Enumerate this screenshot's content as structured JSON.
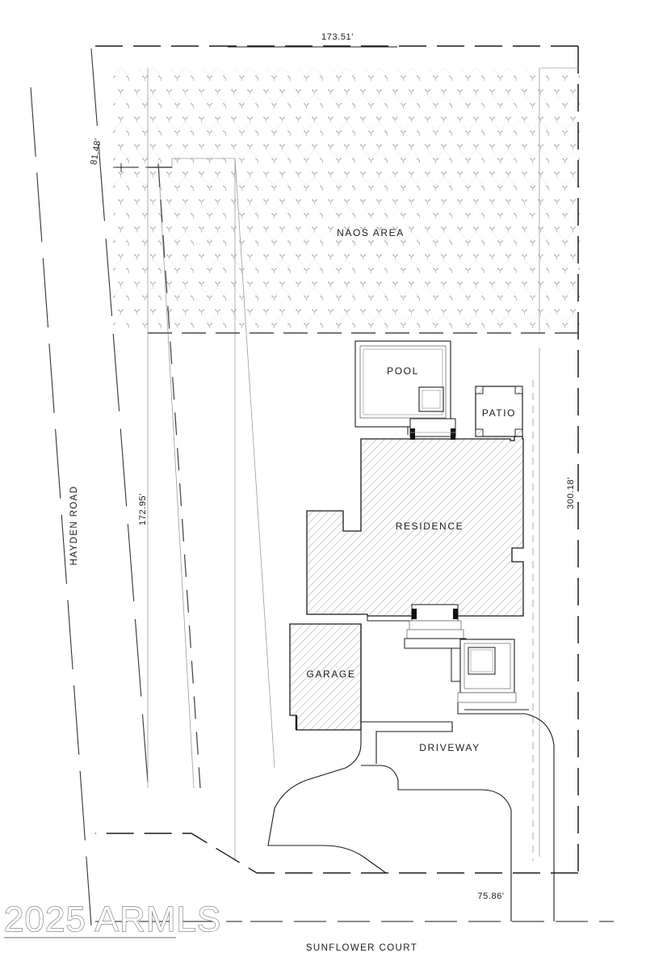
{
  "document": {
    "type": "architectural-site-plan",
    "title": "Residential Site Plan",
    "background_color": "#ffffff",
    "line_color": "#1b1b1b",
    "hatch_color": "#8a8a8a",
    "naos_symbol_color": "#b9b9bd",
    "watermark_color": "#6f6f74"
  },
  "dimensions": {
    "top": "173.51'",
    "upper_left": "81.48'",
    "left": "172.95'",
    "right": "300.18'",
    "bottom": "75.86'"
  },
  "areas": {
    "naos": "NAOS AREA",
    "pool": "POOL",
    "patio": "PATIO",
    "residence": "RESIDENCE",
    "garage": "GARAGE",
    "driveway": "DRIVEWAY"
  },
  "streets": {
    "west": "HAYDEN ROAD",
    "south": "SUNFLOWER COURT"
  },
  "watermark": {
    "text": "2025 ARMLS"
  }
}
